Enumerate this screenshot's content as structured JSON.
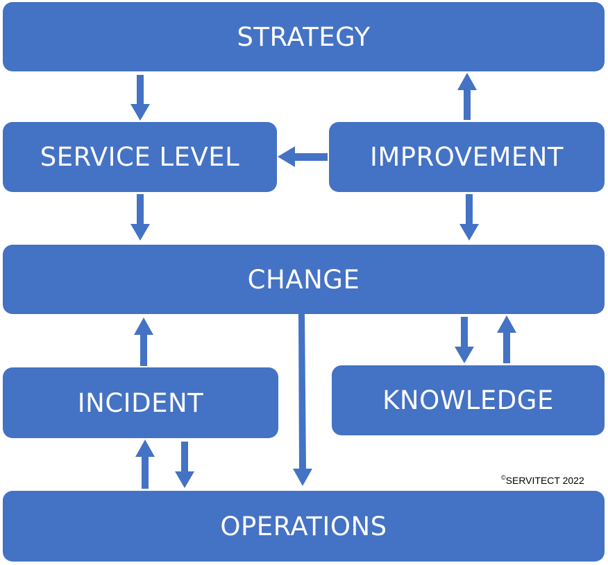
{
  "diagram": {
    "boxes": {
      "strategy": "STRATEGY",
      "service_level": "SERVICE LEVEL",
      "improvement": "IMPROVEMENT",
      "change": "CHANGE",
      "incident": "INCIDENT",
      "knowledge": "KNOWLEDGE",
      "operations": "OPERATIONS"
    },
    "copyright": {
      "symbol": "©",
      "text": "SERVITECT 2022"
    },
    "colors": {
      "box_fill": "#4472c4",
      "arrow": "#4472c4",
      "label": "#ffffff"
    }
  }
}
